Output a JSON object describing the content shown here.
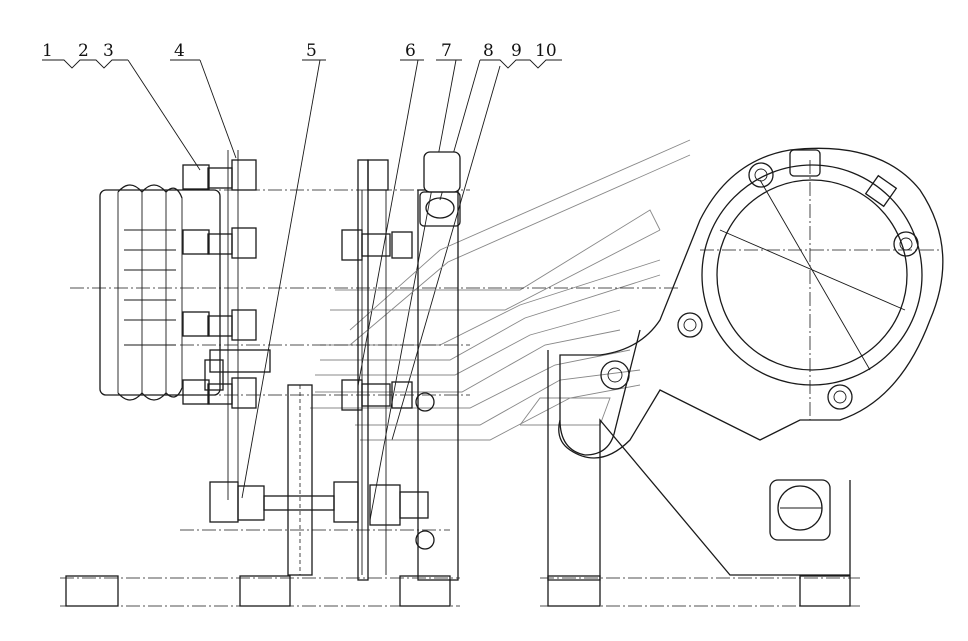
{
  "callouts": [
    "1",
    "2",
    "3",
    "4",
    "5",
    "6",
    "7",
    "8",
    "9",
    "10"
  ],
  "colors": {
    "line": "#1a1a1a",
    "watermark": "#888888",
    "background": "#ffffff"
  }
}
